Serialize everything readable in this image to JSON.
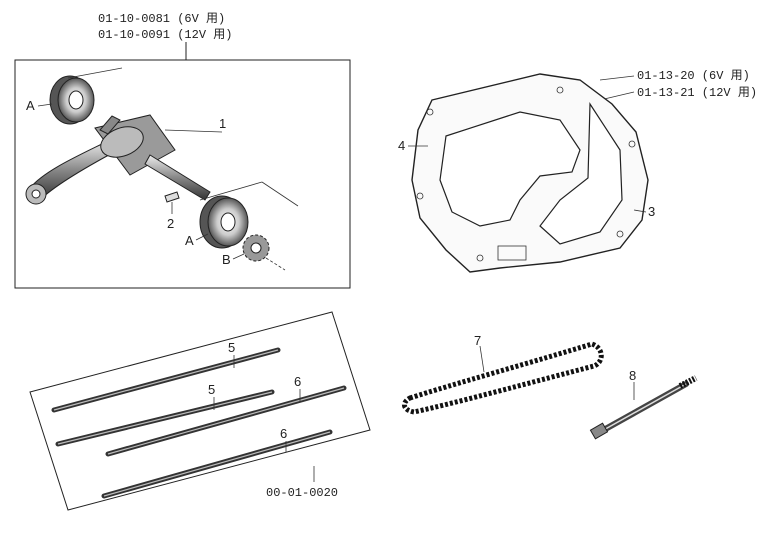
{
  "crank_group": {
    "codes": [
      "01-10-0081 (6V 用)",
      "01-10-0091 (12V 用)"
    ],
    "labels": {
      "part1": "1",
      "part2": "2",
      "bearing_top": "A",
      "bearing_bottom": "A",
      "gear": "B"
    }
  },
  "gasket_group": {
    "codes": [
      "01-13-20 (6V 用)",
      "01-13-21 (12V 用)"
    ],
    "labels": {
      "part3": "3",
      "part4": "4"
    }
  },
  "stud_group": {
    "code": "00-01-0020",
    "labels": {
      "stud5a": "5",
      "stud5b": "5",
      "stud6a": "6",
      "stud6b": "6"
    }
  },
  "chain": {
    "label": "7"
  },
  "tensioner_pin": {
    "label": "8"
  }
}
